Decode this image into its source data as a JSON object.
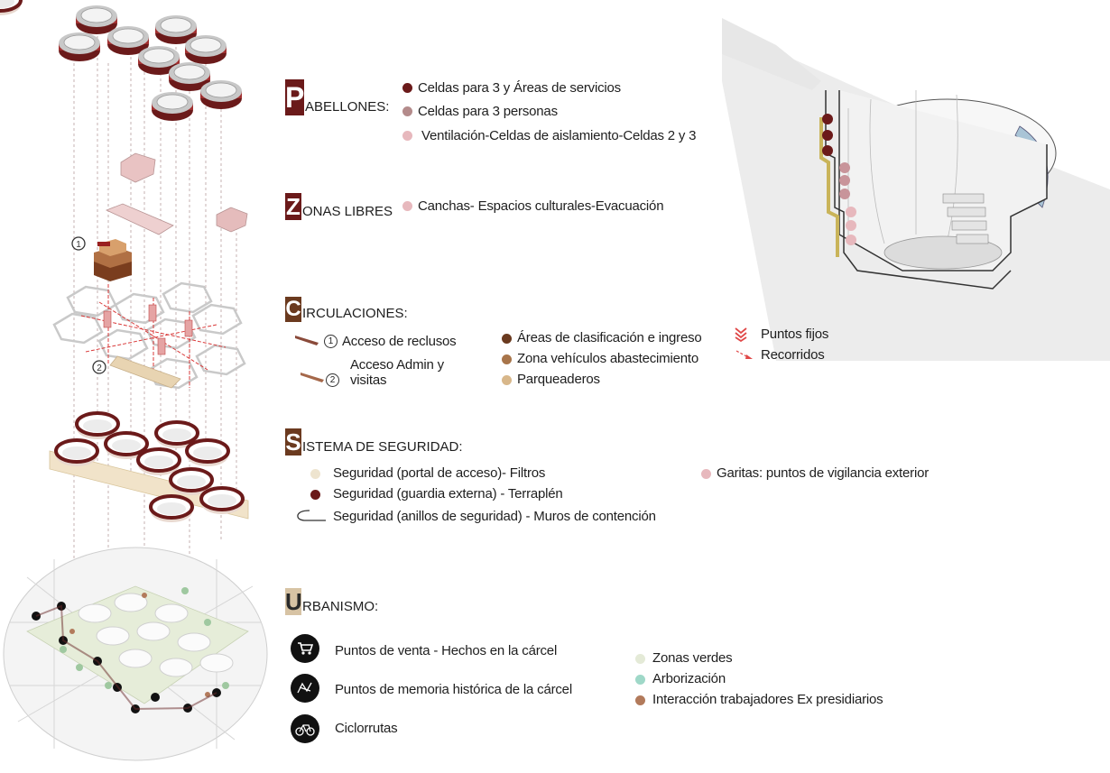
{
  "colors": {
    "wine": "#6b1a1a",
    "mauve": "#b48b8b",
    "pink": "#e7b8bd",
    "brown_dark": "#6a3a1f",
    "brown_mid": "#a8754a",
    "tan": "#d8b78a",
    "cream": "#eee4cf",
    "green_light": "#e4ead7",
    "teal": "#9fd8c8",
    "clay": "#b27a5b"
  },
  "pabellones": {
    "initial": "P",
    "rest": "ABELLONES:",
    "items": [
      "Celdas para 3 y Áreas de servicios",
      "Celdas para 3 personas",
      "Ventilación-Celdas de aislamiento-Celdas 2 y 3"
    ]
  },
  "zonas": {
    "initial": "Z",
    "rest": "ONAS LIBRES",
    "items": [
      "Canchas- Espacios culturales-Evacuación"
    ]
  },
  "circulaciones": {
    "initial": "C",
    "rest": "IRCULACIONES:",
    "access": [
      {
        "num": "1",
        "label": "Acceso de reclusos"
      },
      {
        "num": "2",
        "label": "Acceso Admin y\nvisitas"
      }
    ],
    "areas": [
      "Áreas de clasificación e ingreso",
      "Zona vehículos abastecimiento",
      "Parqueaderos"
    ],
    "puntos_fijos": "Puntos fijos",
    "recorridos": "Recorridos"
  },
  "seguridad": {
    "initial": "S",
    "rest": "ISTEMA DE SEGURIDAD:",
    "items": [
      "Seguridad (portal de acceso)- Filtros",
      "Seguridad (guardia externa) - Terraplén",
      "Seguridad (anillos de seguridad) - Muros de contención"
    ],
    "garitas": "Garitas: puntos de vigilancia exterior"
  },
  "urbanismo": {
    "initial": "U",
    "rest": "RBANISMO:",
    "icons": [
      {
        "icon": "cart-icon",
        "label": "Puntos de venta - Hechos en la cárcel"
      },
      {
        "icon": "memory-icon",
        "label": "Puntos de memoria histórica de la cárcel"
      },
      {
        "icon": "bicycle-icon",
        "label": "Ciclorrutas"
      }
    ],
    "zones": [
      "Zonas verdes",
      "Arborización",
      "Interacción trabajadores Ex presidiarios"
    ]
  },
  "diagram": {
    "left_markers": [
      "1",
      "2"
    ]
  }
}
